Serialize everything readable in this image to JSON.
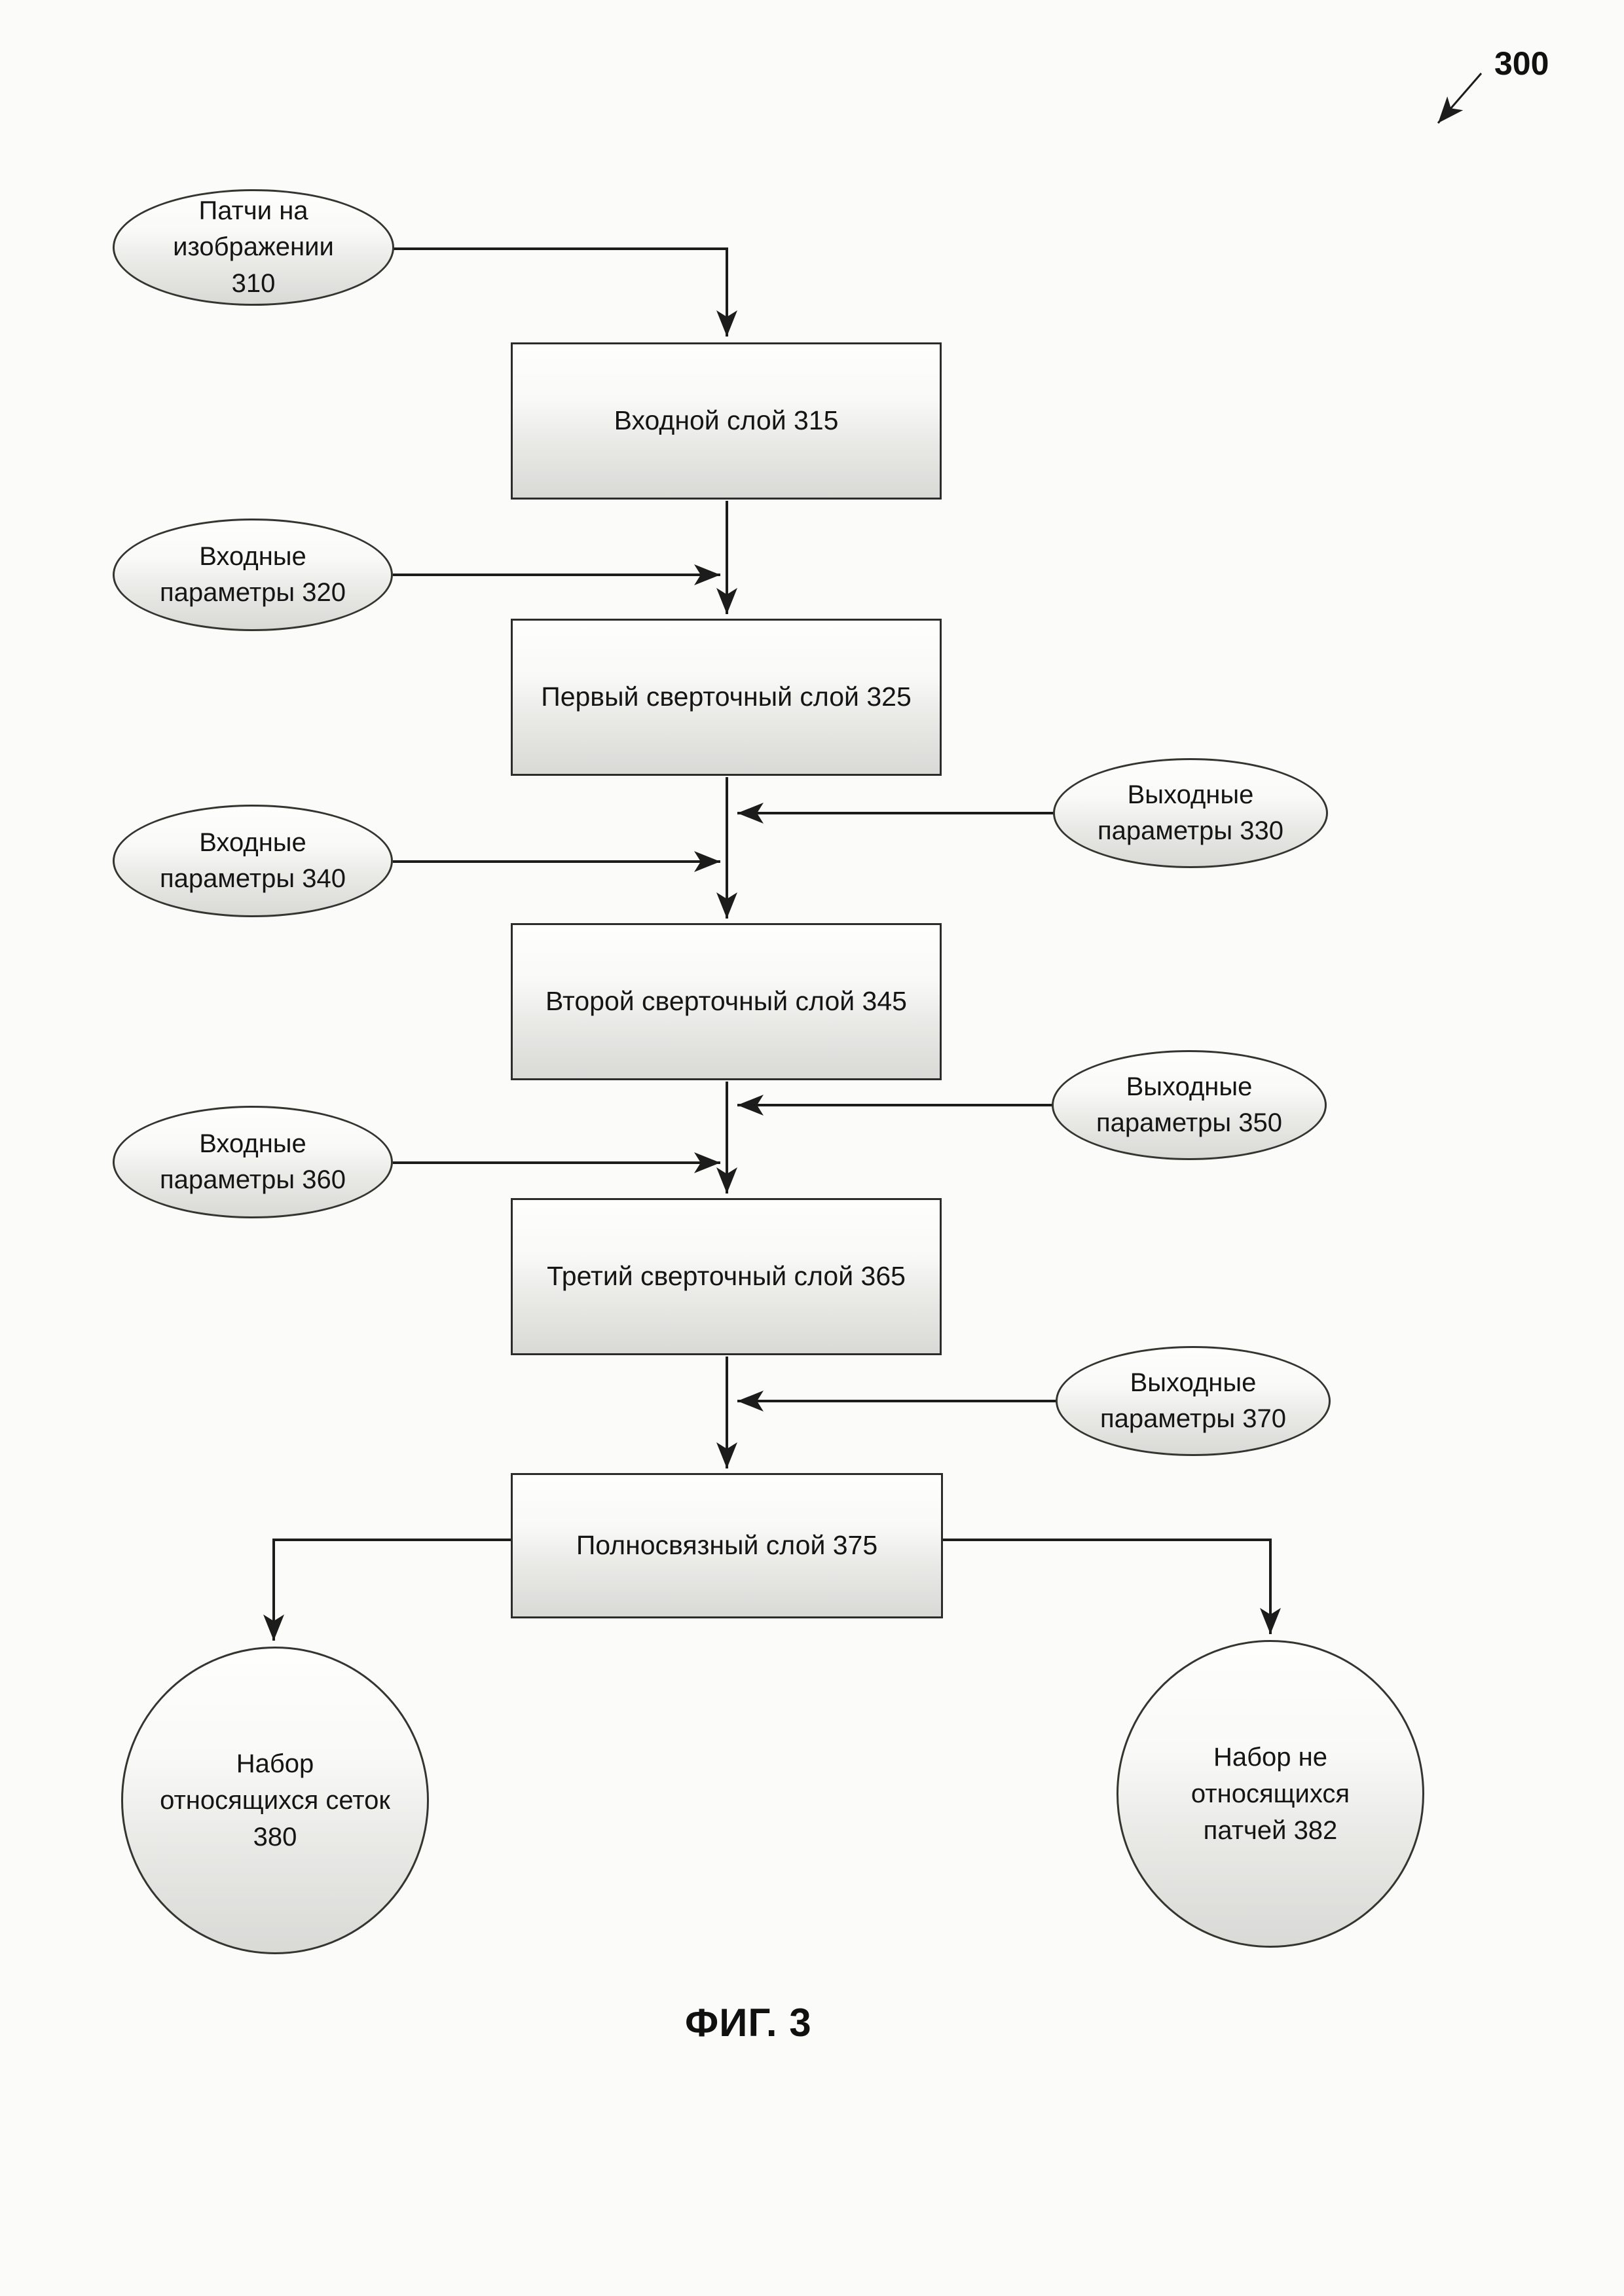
{
  "figure": {
    "reference": "300",
    "caption": "ФИГ. 3"
  },
  "style": {
    "ink": "#1c1c1c",
    "paper": "#fbfbf9",
    "shape_fill_top": "#fefefd",
    "shape_fill_bottom": "#d9d9d6"
  },
  "nodes": {
    "patches": "Патчи на\nизображении\n310",
    "input_layer": "Входной слой 315",
    "input_params_320": "Входные\nпараметры 320",
    "conv_layer_1": "Первый сверточный слой 325",
    "output_params_330": "Выходные\nпараметры 330",
    "input_params_340": "Входные\nпараметры 340",
    "conv_layer_2": "Второй сверточный слой 345",
    "output_params_350": "Выходные\nпараметры 350",
    "input_params_360": "Входные\nпараметры 360",
    "conv_layer_3": "Третий сверточный слой  365",
    "output_params_370": "Выходные\nпараметры  370",
    "fc_layer": "Полносвязный слой 375",
    "relevant_grids": "Набор\nотносящихся сеток\n380",
    "irrelevant_patches": "Набор не\nотносящихся\nпатчей 382"
  }
}
